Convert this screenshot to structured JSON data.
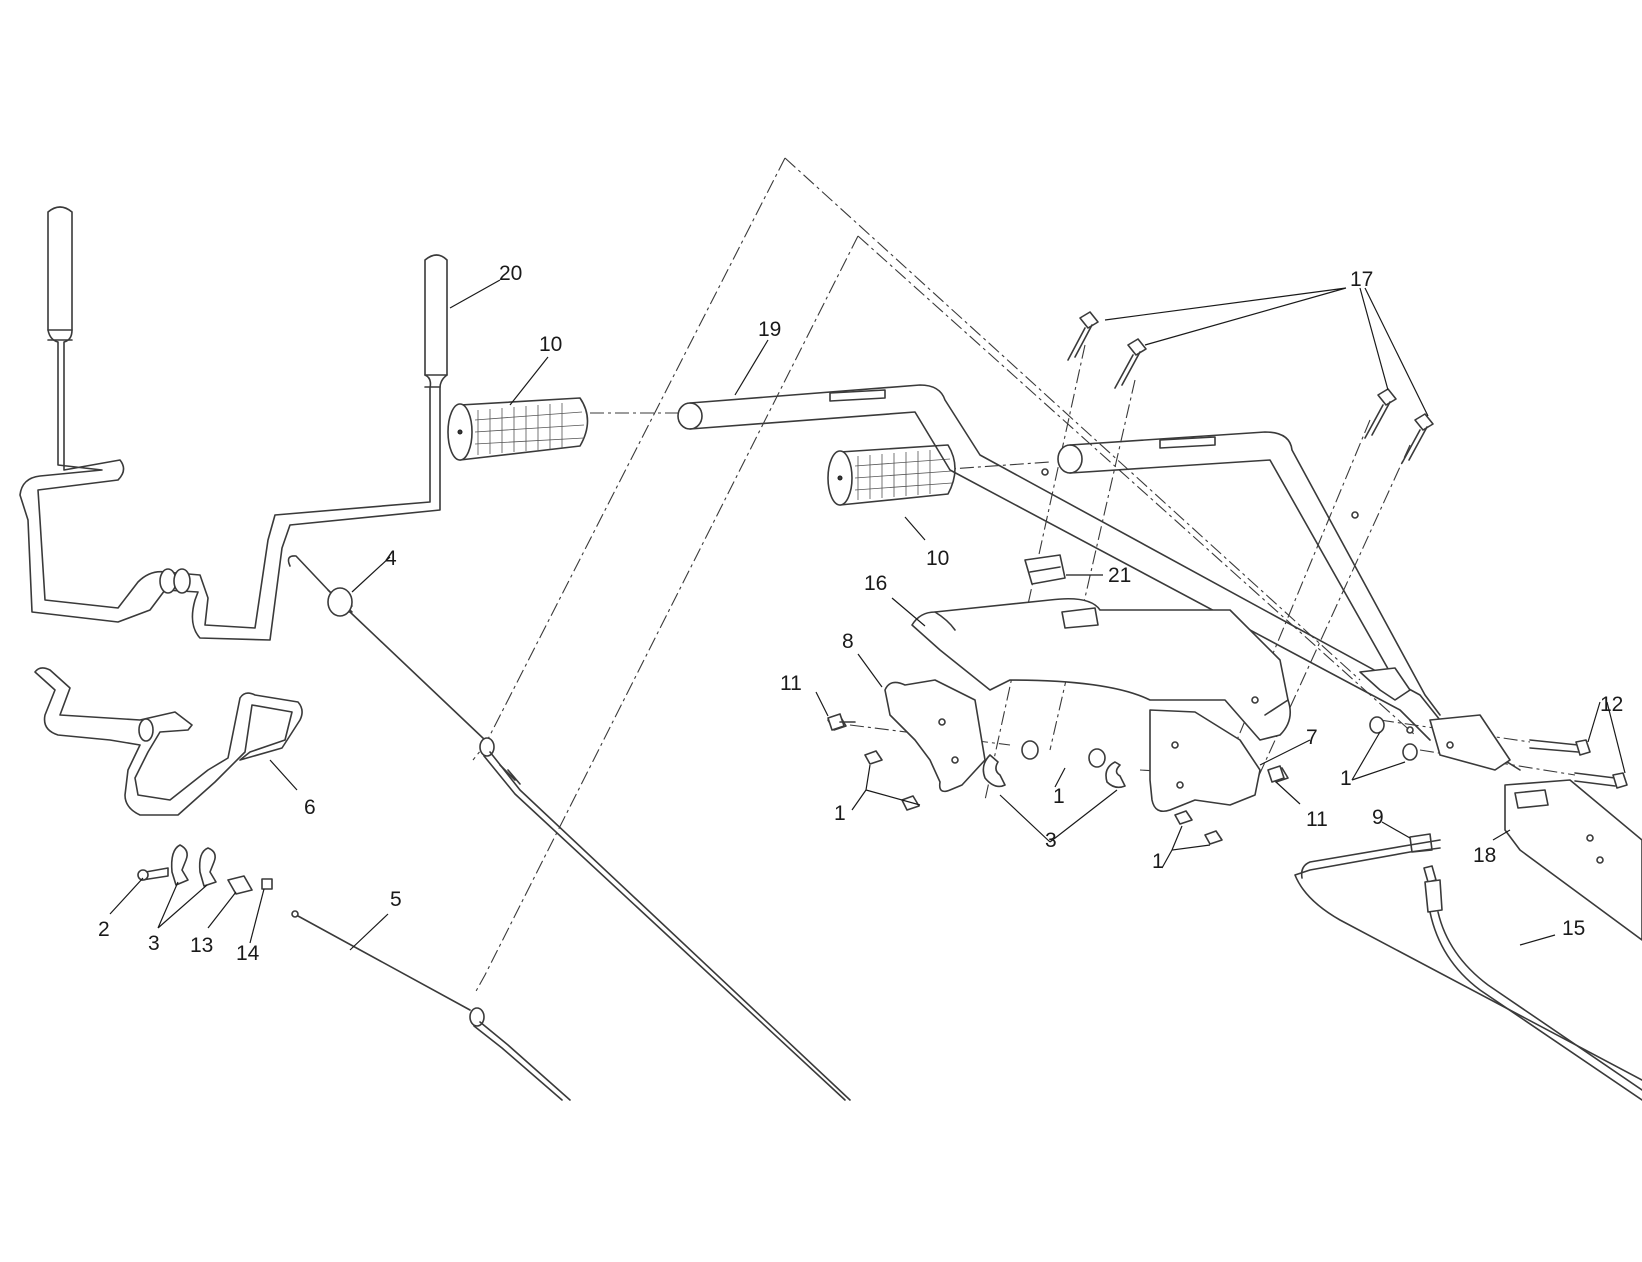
{
  "diagram": {
    "callouts": {
      "c1a": "1",
      "c1b": "1",
      "c1c": "1",
      "c1d": "1",
      "c2": "2",
      "c3a": "3",
      "c3b": "3",
      "c4": "4",
      "c5": "5",
      "c6": "6",
      "c7": "7",
      "c8": "8",
      "c9": "9",
      "c10a": "10",
      "c10b": "10",
      "c11a": "11",
      "c11b": "11",
      "c12": "12",
      "c13": "13",
      "c14": "14",
      "c15": "15",
      "c16": "16",
      "c17": "17",
      "c18": "18",
      "c19": "19",
      "c20": "20",
      "c21": "21"
    }
  }
}
